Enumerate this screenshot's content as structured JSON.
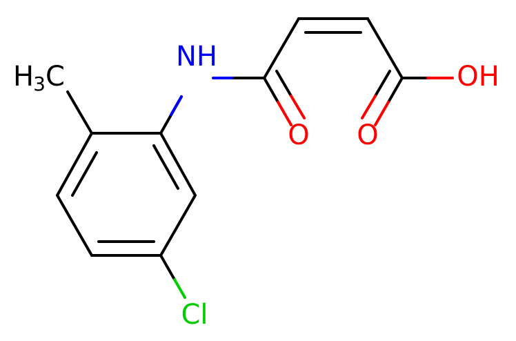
{
  "diagram": {
    "type": "chemical-structure",
    "atoms": {
      "nh": {
        "text": "NH",
        "color": "#0000ff"
      },
      "o_amide": {
        "text": "O",
        "color": "#ff0000"
      },
      "o_acid": {
        "text": "O",
        "color": "#ff0000"
      },
      "oh": {
        "text": "OH",
        "color": "#ff0000"
      },
      "cl": {
        "text": "Cl",
        "color": "#00cc00"
      },
      "methyl_main": {
        "text": "H",
        "color": "#000000"
      },
      "methyl_sub": {
        "text": "3",
        "color": "#000000"
      },
      "methyl_tail": {
        "text": "C",
        "color": "#000000"
      }
    }
  }
}
